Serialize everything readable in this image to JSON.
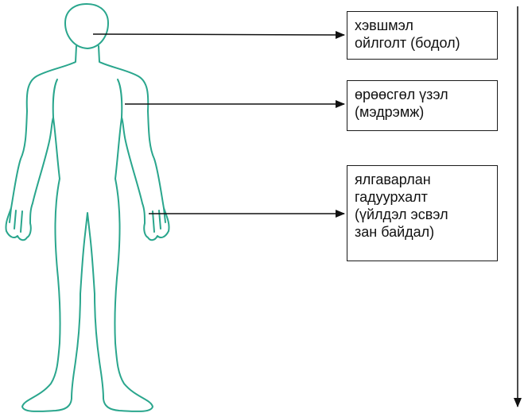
{
  "colors": {
    "silhouette": "#2aa68d",
    "arrow": "#111111",
    "box_border": "#1a1a1a",
    "text": "#111111"
  },
  "labels": [
    {
      "lines": [
        "хэвшмэл",
        "ойлголт (бодол)"
      ]
    },
    {
      "lines": [
        "өрөөсгөл үзэл",
        "(мэдрэмж)"
      ]
    },
    {
      "lines": [
        "ялгаварлан",
        "гадуурхалт",
        "(үйлдэл эсвэл",
        "зан байдал)"
      ]
    }
  ]
}
